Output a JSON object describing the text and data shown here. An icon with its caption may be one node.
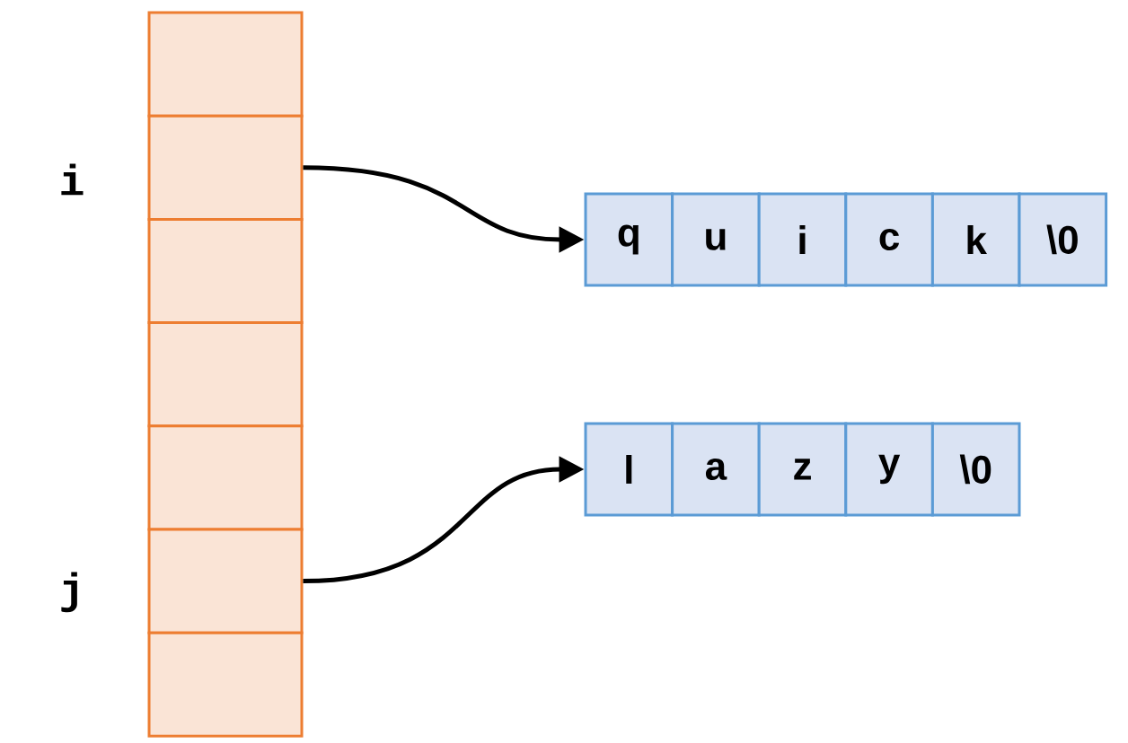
{
  "diagram": {
    "nodes": [
      {
        "text": [],
        "shape": "box"
      },
      {
        "text": [],
        "shape": "box"
      },
      {
        "text": [],
        "shape": "box"
      },
      {
        "text": [],
        "shape": "box"
      },
      {
        "text": [],
        "shape": "box"
      },
      {
        "text": [],
        "shape": "box"
      },
      {
        "text": [],
        "shape": "box"
      },
      {
        "text": [
          "q"
        ]
      },
      {
        "text": [
          "u"
        ]
      },
      {
        "text": [
          "i"
        ]
      },
      {
        "text": [
          "c"
        ]
      },
      {
        "text": [
          "k"
        ]
      },
      {
        "text": [
          "\\0"
        ]
      },
      {
        "text": [
          "l"
        ]
      },
      {
        "text": [
          "a"
        ]
      },
      {
        "text": [
          "z"
        ]
      },
      {
        "text": [
          "y"
        ]
      },
      {
        "text": [
          "\\0"
        ]
      }
    ],
    "edges": [
      {
        "from": 1,
        "to": 7,
        "arrow": "to"
      },
      {
        "from": 5,
        "to": 13,
        "arrow": "to"
      }
    ],
    "labels": [
      "i",
      "j"
    ]
  }
}
